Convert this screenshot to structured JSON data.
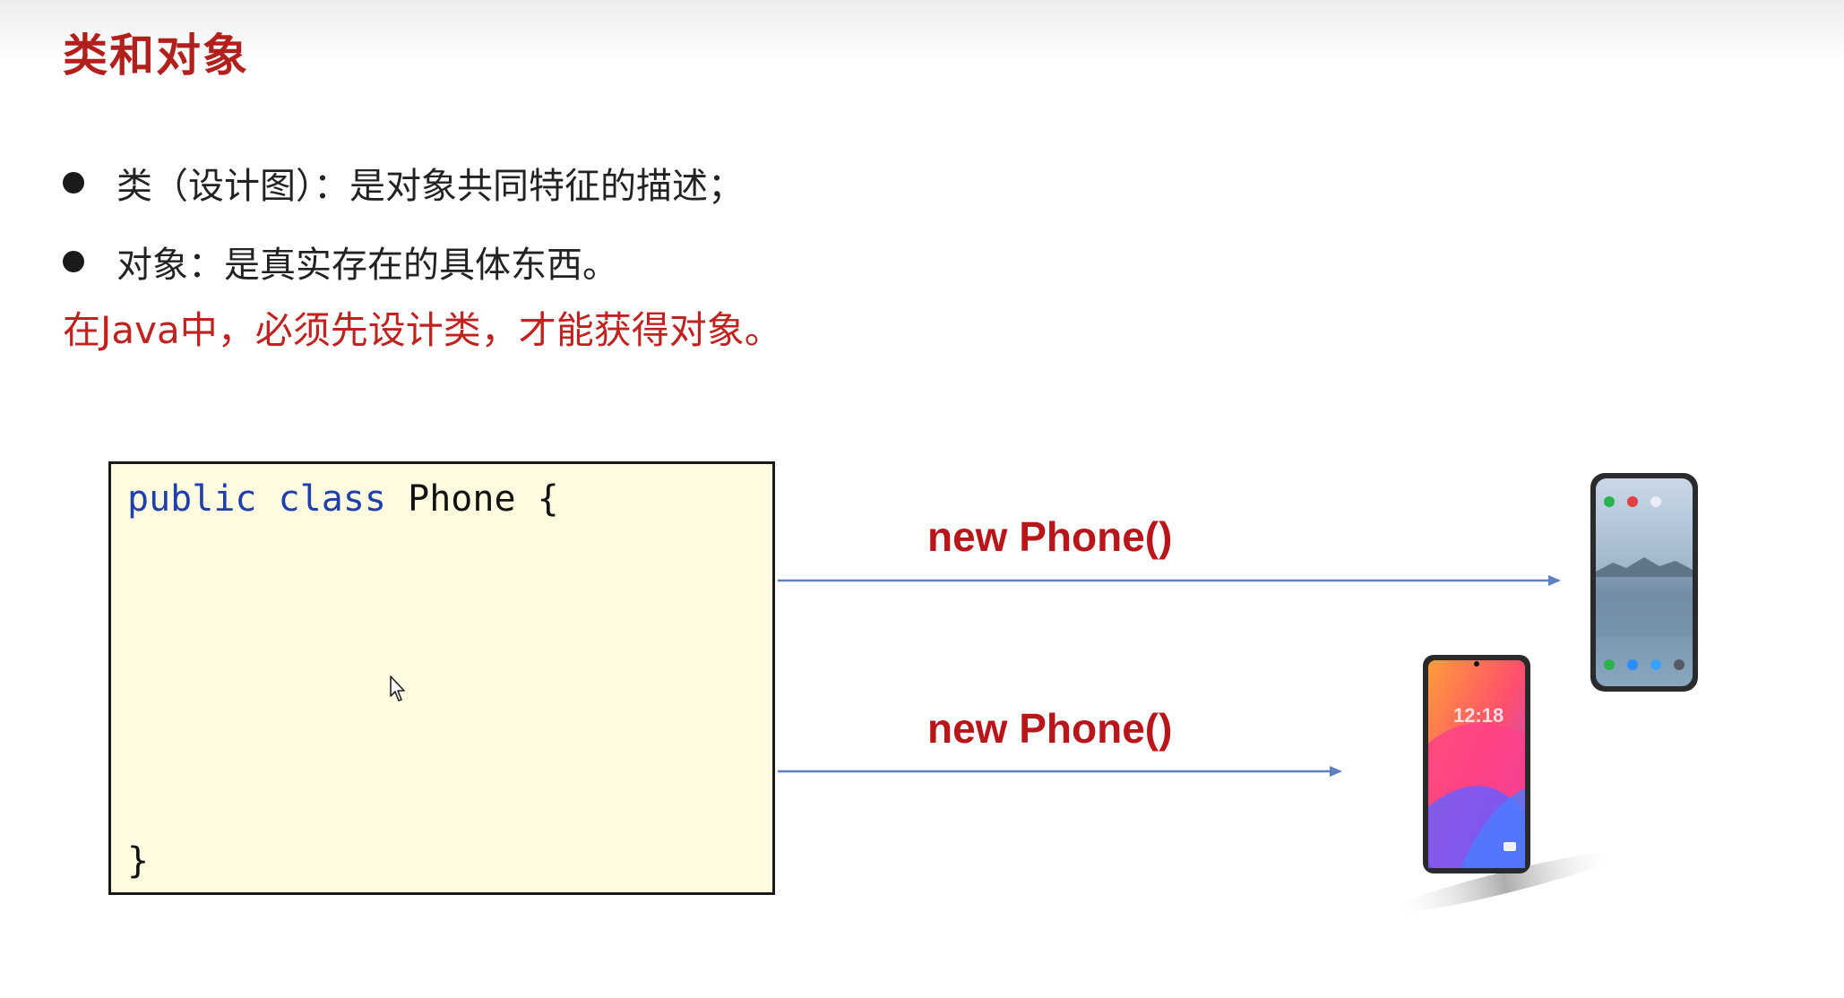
{
  "slide": {
    "title": "类和对象",
    "bullets": [
      {
        "text": "类（设计图）：是对象共同特征的描述；"
      },
      {
        "text": "对象：是真实存在的具体东西。"
      }
    ],
    "emphasis": "在Java中，必须先设计类，才能获得对象。"
  },
  "code": {
    "kw_public": "public",
    "kw_class": "class",
    "class_name": "Phone",
    "open_brace": "{",
    "close_brace": "}"
  },
  "arrows": [
    {
      "label": "new Phone()"
    },
    {
      "label": "new Phone()"
    }
  ],
  "phones": {
    "time_display": "12:18"
  },
  "colors": {
    "title": "#b1201d",
    "emphasis": "#c0221f",
    "keyword": "#1f3faa",
    "arrow": "#5b7fbf",
    "code_bg": "#fffbe0"
  }
}
